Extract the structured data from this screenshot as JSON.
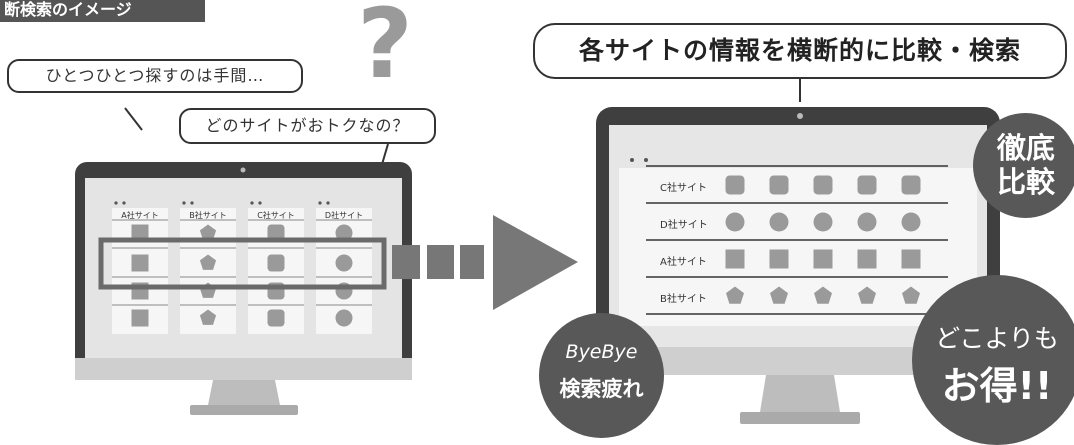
{
  "header_tag": "断検索のイメージ",
  "question_mark": "?",
  "bubbles": {
    "tedious": "ひとつひとつ探すのは手間…",
    "which_site": "どのサイトがおトクなの？",
    "compare_all": "各サイトの情報を横断的に比較・検索"
  },
  "left_monitor": {
    "columns": [
      "A社サイト",
      "B社サイト",
      "C社サイト",
      "D社サイト"
    ],
    "shapes": [
      "square",
      "pentagon",
      "rounded-square",
      "circle"
    ]
  },
  "right_monitor": {
    "rows": [
      {
        "label": "C社サイト",
        "shape": "rounded-square"
      },
      {
        "label": "D社サイト",
        "shape": "circle"
      },
      {
        "label": "A社サイト",
        "shape": "square"
      },
      {
        "label": "B社サイト",
        "shape": "pentagon"
      }
    ]
  },
  "badges": {
    "thorough_line1": "徹底",
    "thorough_line2": "比較",
    "bye_line1": "ByeBye",
    "bye_line2": "検索疲れ",
    "deal_line1": "どこよりも",
    "deal_line2": "お得!!"
  },
  "colors": {
    "dark": "#3a3a3a",
    "bezel": "#4a4a4a",
    "screen": "#e6e6e6",
    "shape": "#9a9a9a",
    "badge": "#585858"
  }
}
